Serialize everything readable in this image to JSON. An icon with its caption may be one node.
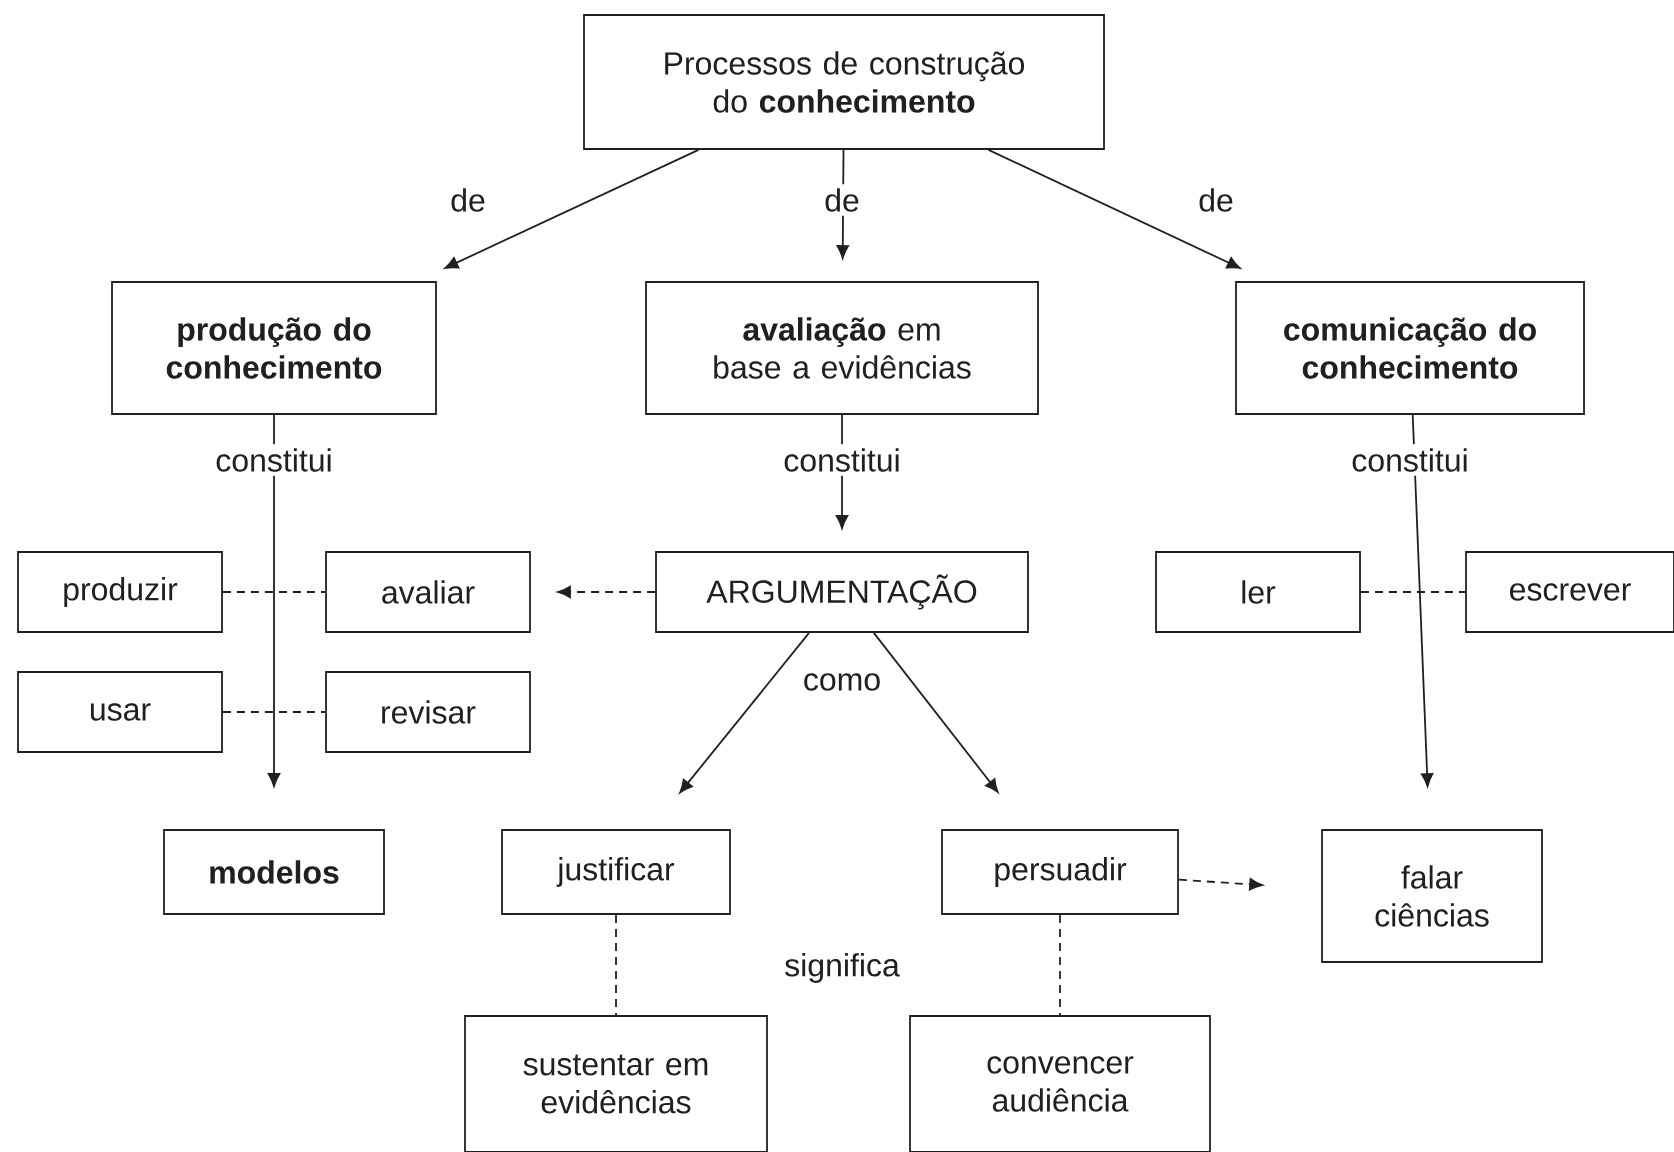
{
  "diagram": {
    "nodes": [
      {
        "text": [
          "Processos de construção do **conhecimento**"
        ]
      },
      {
        "text": [
          "produção do conhecimento"
        ]
      },
      {
        "text": [
          "**avaliação** em base a evidências"
        ]
      },
      {
        "text": [
          "comunicação do conhecimento"
        ]
      },
      {
        "text": [
          "produzir"
        ]
      },
      {
        "text": [
          "avaliar"
        ]
      },
      {
        "text": [
          "ARGUMENTAÇÃO"
        ]
      },
      {
        "text": [
          "ler"
        ]
      },
      {
        "text": [
          "escrever"
        ]
      },
      {
        "text": [
          "usar"
        ]
      },
      {
        "text": [
          "revisar"
        ]
      },
      {
        "text": [
          "modelos"
        ]
      },
      {
        "text": [
          "justificar"
        ]
      },
      {
        "text": [
          "persuadir"
        ]
      },
      {
        "text": [
          "falar ciências"
        ]
      },
      {
        "text": [
          "sustentar em evidências"
        ]
      },
      {
        "text": [
          "convencer audiência"
        ]
      }
    ],
    "edges": [
      {
        "from": 0,
        "to": 1,
        "arrow": "to",
        "label": "de"
      },
      {
        "from": 0,
        "to": 2,
        "arrow": "to",
        "label": "de"
      },
      {
        "from": 0,
        "to": 3,
        "arrow": "to",
        "label": "de"
      },
      {
        "from": 1,
        "to": 11,
        "arrow": "to",
        "label": "constitui"
      },
      {
        "from": 2,
        "to": 6,
        "arrow": "to",
        "label": "constitui"
      },
      {
        "from": 3,
        "to": 14,
        "arrow": "to",
        "label": "constitui"
      },
      {
        "from": 4,
        "to": 5,
        "arrow": "none",
        "style": "dashed"
      },
      {
        "from": 9,
        "to": 10,
        "arrow": "none",
        "style": "dashed"
      },
      {
        "from": 6,
        "to": 5,
        "arrow": "to",
        "style": "dashed"
      },
      {
        "from": 7,
        "to": 8,
        "arrow": "none",
        "style": "dashed"
      },
      {
        "from": 6,
        "to": 12,
        "arrow": "to"
      },
      {
        "from": 6,
        "to": 13,
        "arrow": "to"
      },
      {
        "from": 13,
        "to": 14,
        "arrow": "to",
        "style": "dashed"
      },
      {
        "from": 12,
        "to": 15,
        "arrow": "none",
        "style": "dashed"
      },
      {
        "from": 13,
        "to": 16,
        "arrow": "none",
        "style": "dashed"
      }
    ],
    "labels": [
      "como",
      "significa"
    ]
  }
}
